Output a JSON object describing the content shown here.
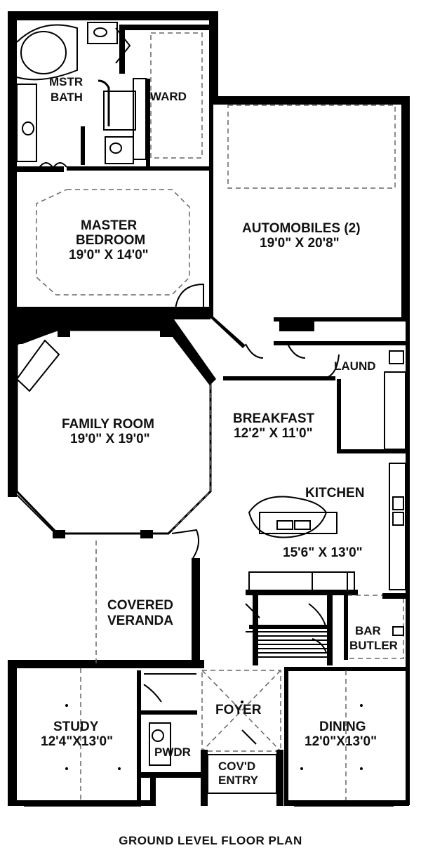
{
  "caption": "GROUND LEVEL FLOOR PLAN",
  "rooms": {
    "mstr_bath": {
      "line1": "MSTR",
      "line2": "BATH"
    },
    "ward": {
      "name": "WARD"
    },
    "master_bedroom": {
      "line1": "MASTER",
      "line2": "BEDROOM",
      "dims": "19'0\" X 14'0\""
    },
    "automobiles": {
      "name": "AUTOMOBILES (2)",
      "dims": "19'0\" X 20'8\""
    },
    "laund": {
      "name": "LAUND"
    },
    "family_room": {
      "name": "FAMILY ROOM",
      "dims": "19'0\" X 19'0\""
    },
    "breakfast": {
      "name": "BREAKFAST",
      "dims": "12'2\" X 11'0\""
    },
    "kitchen": {
      "name": "KITCHEN",
      "dims": "15'6\" X 13'0\""
    },
    "covered_veranda": {
      "line1": "COVERED",
      "line2": "VERANDA"
    },
    "bar_butler": {
      "line1": "BAR",
      "line2": "BUTLER"
    },
    "foyer": {
      "name": "FOYER"
    },
    "study": {
      "name": "STUDY",
      "dims": "12'4\"X13'0\""
    },
    "pwdr": {
      "name": "PWDR"
    },
    "covd_entry": {
      "line1": "COV'D",
      "line2": "ENTRY"
    },
    "dining": {
      "name": "DINING",
      "dims": "12'0\"X13'0\""
    }
  }
}
